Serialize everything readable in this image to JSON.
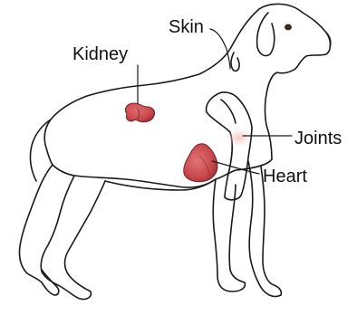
{
  "labels": {
    "skin": "Skin",
    "kidney": "Kidney",
    "joints": "Joints",
    "heart": "Heart"
  },
  "colors": {
    "organ_red": "#c7474b",
    "organ_dark": "#8e2a2e",
    "joint_glow": "#f2c4c0",
    "outline": "#1a1a1a"
  }
}
